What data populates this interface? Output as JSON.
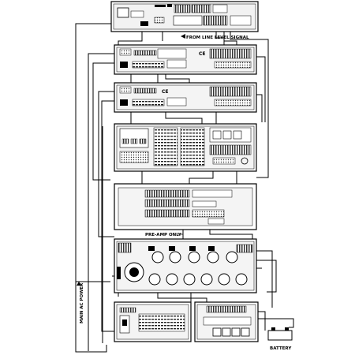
{
  "labels": {
    "from_line_level": "FROM LINE LEVEL SIGNAL",
    "pre_amp_only": "PRE-AMP ONLY",
    "main_ac_power": "MAIN AC POWER",
    "battery": "BATTERY"
  },
  "colors": {
    "line": "#000000",
    "panel_fill": "#ffffff",
    "panel_inner": "#e9e9e9",
    "dark": "#1a1a1a"
  },
  "units": [
    {
      "name": "top-source-unit"
    },
    {
      "name": "amplifier-unit-1"
    },
    {
      "name": "amplifier-unit-2"
    },
    {
      "name": "matrix-unit"
    },
    {
      "name": "paging-unit"
    },
    {
      "name": "power-sequencer-unit"
    },
    {
      "name": "power-supply-unit"
    },
    {
      "name": "charger-unit"
    }
  ]
}
